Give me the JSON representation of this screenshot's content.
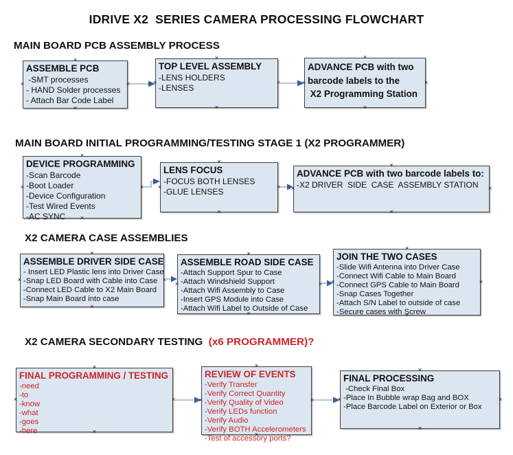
{
  "title": "IDRIVE X2  SERIES CAMERA PROCESSING FLOWCHART",
  "anchor_glyph": "×",
  "colors": {
    "box_fill": "#dce6f1",
    "box_border": "#3f3f3f",
    "arrow_line": "#9db1c9",
    "arrow_head": "#3d5f97",
    "red_text": "#c82628",
    "black_text": "#111111",
    "background": "#ffffff"
  },
  "sections": [
    {
      "heading": "MAIN BOARD PCB ASSEMBLY PROCESS",
      "boxes": [
        {
          "title": "ASSEMBLE PCB",
          "items": [
            " -SMT processes",
            "- HAND Solder processes",
            "- Attach Bar Code Label"
          ]
        },
        {
          "title": "TOP LEVEL ASSEMBLY",
          "items": [
            "-LENS HOLDERS",
            "-LENSES"
          ]
        },
        {
          "title_lines": [
            "ADVANCE PCB with two",
            "barcode labels to the",
            " X2 Programming Station"
          ],
          "items": []
        }
      ]
    },
    {
      "heading": "MAIN BOARD INITIAL PROGRAMMING/TESTING STAGE 1 (X2 PROGRAMMER)",
      "boxes": [
        {
          "title": "DEVICE PROGRAMMING",
          "items": [
            "-Scan Barcode",
            "-Boot Loader",
            "-Device Configuration",
            "-Test Wired Events",
            "-AC SYNC"
          ]
        },
        {
          "title": "LENS FOCUS",
          "items": [
            "-FOCUS BOTH LENSES",
            "-GLUE LENSES"
          ]
        },
        {
          "title": "ADVANCE PCB with two barcode labels to:",
          "items": [
            "-X2 DRIVER  SIDE  CASE  ASSEMBLY STATION"
          ]
        }
      ]
    },
    {
      "heading": "X2 CAMERA CASE ASSEMBLIES",
      "boxes": [
        {
          "title": "ASSEMBLE DRIVER SIDE CASE",
          "items": [
            "- Insert LED Plastic lens into Driver Case",
            "-Snap LED Board with Cable into Case",
            "-Connect LED Cable to X2 Main Board",
            "-Snap Main Board into case"
          ]
        },
        {
          "title": "ASSEMBLE ROAD SIDE CASE",
          "items": [
            "-Attach Support Spur to Case",
            "-Attach Windshield Support",
            "-Attach Wifi Assembly to Case",
            "-Insert GPS Module into Case",
            "-Attach Wifi Label to Outside of Case"
          ]
        },
        {
          "title": "JOIN THE TWO CASES",
          "items": [
            "-Slide Wifi Antenna into Driver Case",
            "-Connect Wifi Cable to Main Board",
            "-Connect GPS Cable to Main Board",
            "-Snap Cases Together",
            "-Attach S/N Label to outside of case",
            "-Secure cases with Screw"
          ]
        }
      ]
    },
    {
      "heading": "X2 CAMERA SECONDARY TESTING ",
      "heading_red": " (x6 PROGRAMMER)?",
      "boxes": [
        {
          "title": "FINAL PROGRAMMING / TESTING",
          "items": [
            "-need",
            "-to",
            "-know",
            "-what",
            "-goes",
            "-here"
          ]
        },
        {
          "title": "REVIEW OF EVENTS",
          "items": [
            "-Verify Transfer",
            "-Verify Correct Quantity",
            "-Verify Quality of Video",
            "-Verify LEDs function",
            "-Verify Audio",
            "-Verify BOTH Accelerometers",
            "-Test of accessory ports?"
          ]
        },
        {
          "title": "FINAL PROCESSING",
          "items": [
            " -Check Final Box",
            "-Place In Bubble wrap Bag and BOX",
            "-Place Barcode Label on Exterior or Box"
          ]
        }
      ]
    }
  ]
}
